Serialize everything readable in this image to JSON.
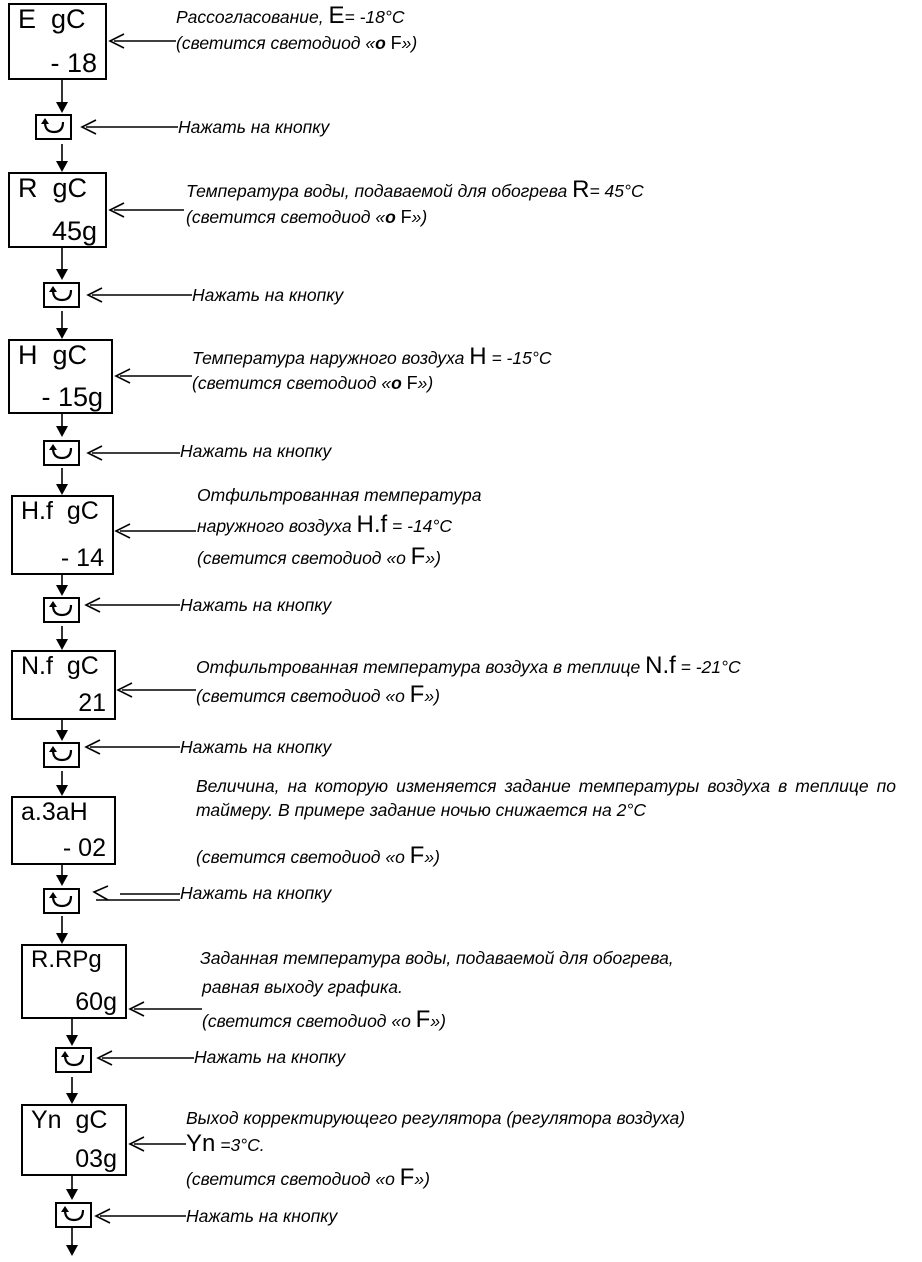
{
  "displays": [
    {
      "line1": "E  gC",
      "line2": "- 18"
    },
    {
      "line1": "R  gC",
      "line2": "45g"
    },
    {
      "line1": "H  gC",
      "line2": "- 15g"
    },
    {
      "line1": "H.f  gC",
      "line2": "- 14"
    },
    {
      "line1": "N.f  gC",
      "line2": "21"
    },
    {
      "line1": "a.3aH",
      "line2": "- 02"
    },
    {
      "line1": "R.RPg",
      "line2": "60g"
    },
    {
      "line1": "Yn  gC",
      "line2": "03g"
    }
  ],
  "press_button": "Нажать на кнопку",
  "desc": {
    "d1_line1_pre": "Рассогласование,  ",
    "d1_symbol": "E",
    "d1_line1_post": "= -18°C",
    "d2_line1_pre": "Температура воды, подаваемой для обогрева  ",
    "d2_symbol": "R",
    "d2_line1_post": "= 45°C",
    "d3_line1_pre": "Температура наружного воздуха ",
    "d3_symbol": "H",
    "d3_line1_post": " = -15°C",
    "d4_line1": "Отфильтрованная температура",
    "d4_line2_pre": "наружного воздуха   ",
    "d4_symbol": "H.f",
    "d4_line2_post": "  = -14°C",
    "d5_line1_pre": "Отфильтрованная температура воздуха в теплице ",
    "d5_symbol": "N.f",
    "d5_line1_post": "  = -21°C",
    "d6_text": "Величина, на которую изменяется задание температуры воздуха в теплице по таймеру. В примере задание ночью снижается на 2°C",
    "d7_line1": "Заданная температура воды, подаваемой для обогрева,",
    "d7_line2": "равная выходу  графика.",
    "d8_line1": "Выход корректирующего регулятора (регулятора воздуха)",
    "d8_symbol": "Yn",
    "d8_line2_post": " =3°C.",
    "led_bold_pre": "(светится светодиод «",
    "led_bold_o": "o",
    "led_bold_post": "»)",
    "led_plain_pre": "(светится светодиод «o ",
    "led_F": "F",
    "led_plain_post": "»)"
  }
}
